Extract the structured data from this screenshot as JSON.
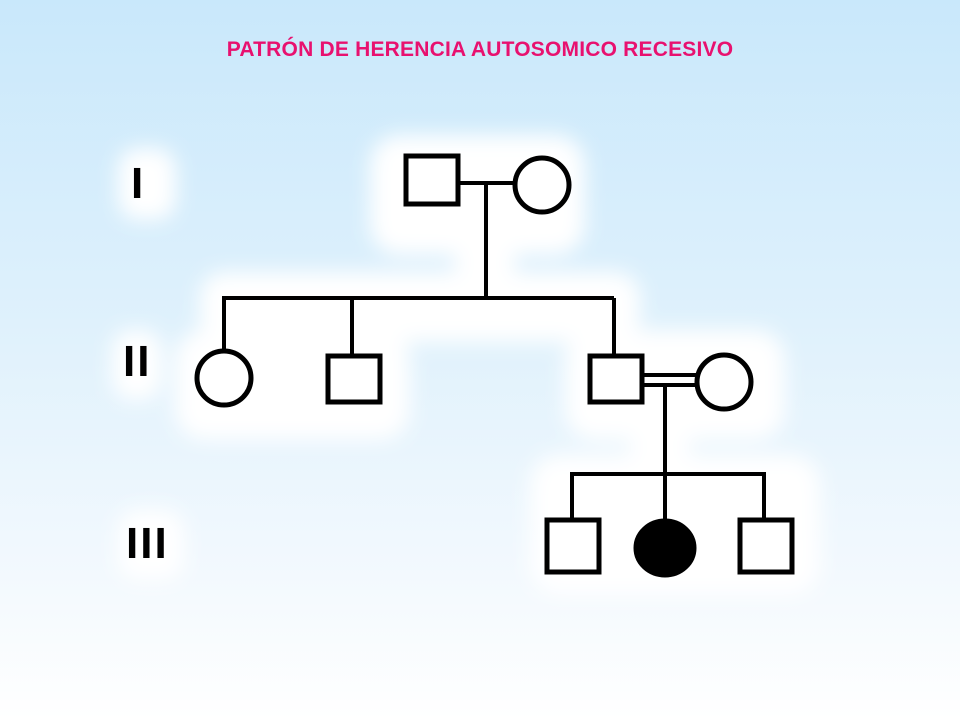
{
  "title": "PATRÓN DE HERENCIA AUTOSOMICO RECESIVO",
  "generations": [
    "I",
    "II",
    "III"
  ],
  "individuals": [
    {
      "id": "I-1",
      "generation": "I",
      "sex": "male",
      "affected": false
    },
    {
      "id": "I-2",
      "generation": "I",
      "sex": "female",
      "affected": false
    },
    {
      "id": "II-1",
      "generation": "II",
      "sex": "female",
      "affected": false
    },
    {
      "id": "II-2",
      "generation": "II",
      "sex": "male",
      "affected": false
    },
    {
      "id": "II-3",
      "generation": "II",
      "sex": "male",
      "affected": false
    },
    {
      "id": "II-4",
      "generation": "II",
      "sex": "female",
      "affected": false
    },
    {
      "id": "III-1",
      "generation": "III",
      "sex": "male",
      "affected": false
    },
    {
      "id": "III-2",
      "generation": "III",
      "sex": "female",
      "affected": true
    },
    {
      "id": "III-3",
      "generation": "III",
      "sex": "male",
      "affected": false
    }
  ],
  "unions": [
    {
      "partners": [
        "I-1",
        "I-2"
      ],
      "consanguineous": false,
      "children": [
        "II-1",
        "II-2",
        "II-3"
      ]
    },
    {
      "partners": [
        "II-3",
        "II-4"
      ],
      "consanguineous": true,
      "children": [
        "III-1",
        "III-2",
        "III-3"
      ]
    }
  ],
  "colors": {
    "title": "#e8116f",
    "symbol_stroke": "#000000",
    "symbol_fill": "#ffffff",
    "affected_fill": "#000000"
  }
}
